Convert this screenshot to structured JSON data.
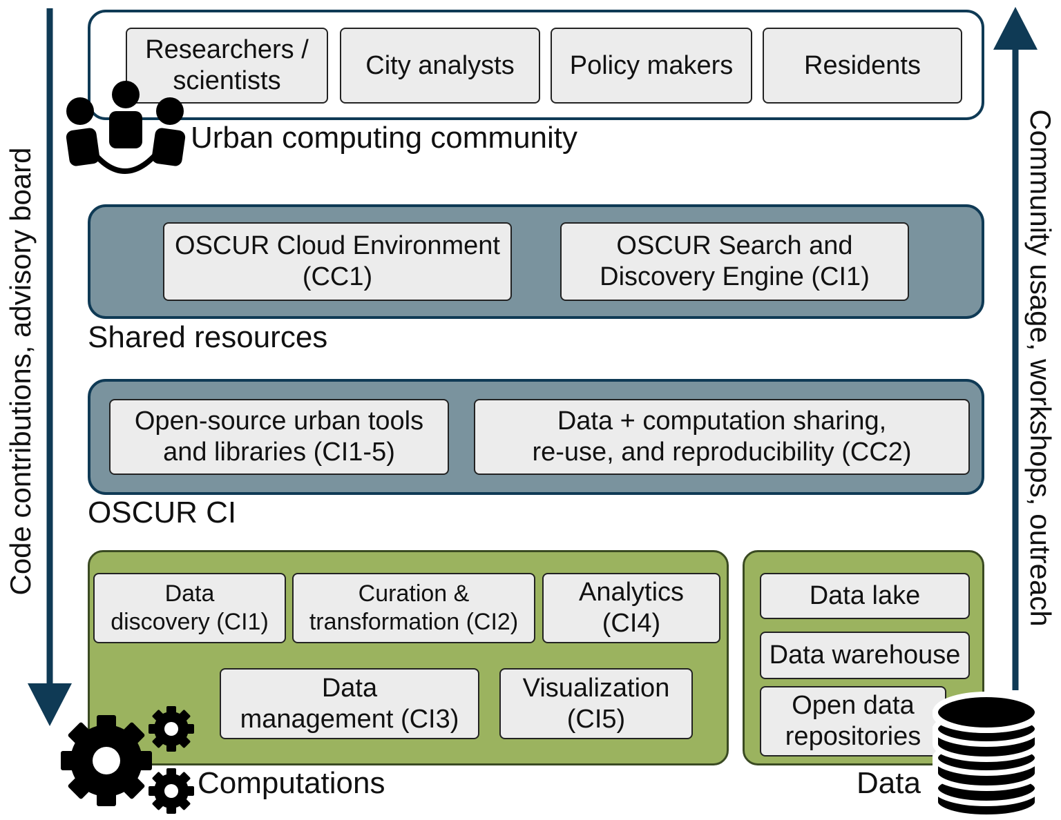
{
  "community": {
    "label": "Urban computing community",
    "members": [
      "Researchers /\nscientists",
      "City analysts",
      "Policy makers",
      "Residents"
    ]
  },
  "shared": {
    "label": "Shared resources",
    "items": [
      "OSCUR Cloud Environment\n(CC1)",
      "OSCUR Search and\nDiscovery Engine (CI1)"
    ]
  },
  "ci": {
    "label": "OSCUR CI",
    "items": [
      "Open-source urban tools\nand libraries (CI1-5)",
      "Data + computation sharing,\nre-use, and reproducibility (CC2)"
    ]
  },
  "computations": {
    "label": "Computations",
    "items": [
      "Data\ndiscovery (CI1)",
      "Curation &\ntransformation (CI2)",
      "Analytics\n(CI4)",
      "Data\nmanagement (CI3)",
      "Visualization\n(CI5)"
    ]
  },
  "data": {
    "label": "Data",
    "items": [
      "Data lake",
      "Data warehouse",
      "Open data\nrepositories"
    ]
  },
  "arrows": {
    "left": "Code contributions, advisory board",
    "right": "Community usage, workshops, outreach"
  },
  "icons": [
    "people-icon",
    "gears-icon",
    "database-icon"
  ],
  "colors": {
    "navy": "#0f3a55",
    "steel": "#7a939e",
    "olive": "#9bb35f",
    "box": "#ececec"
  }
}
